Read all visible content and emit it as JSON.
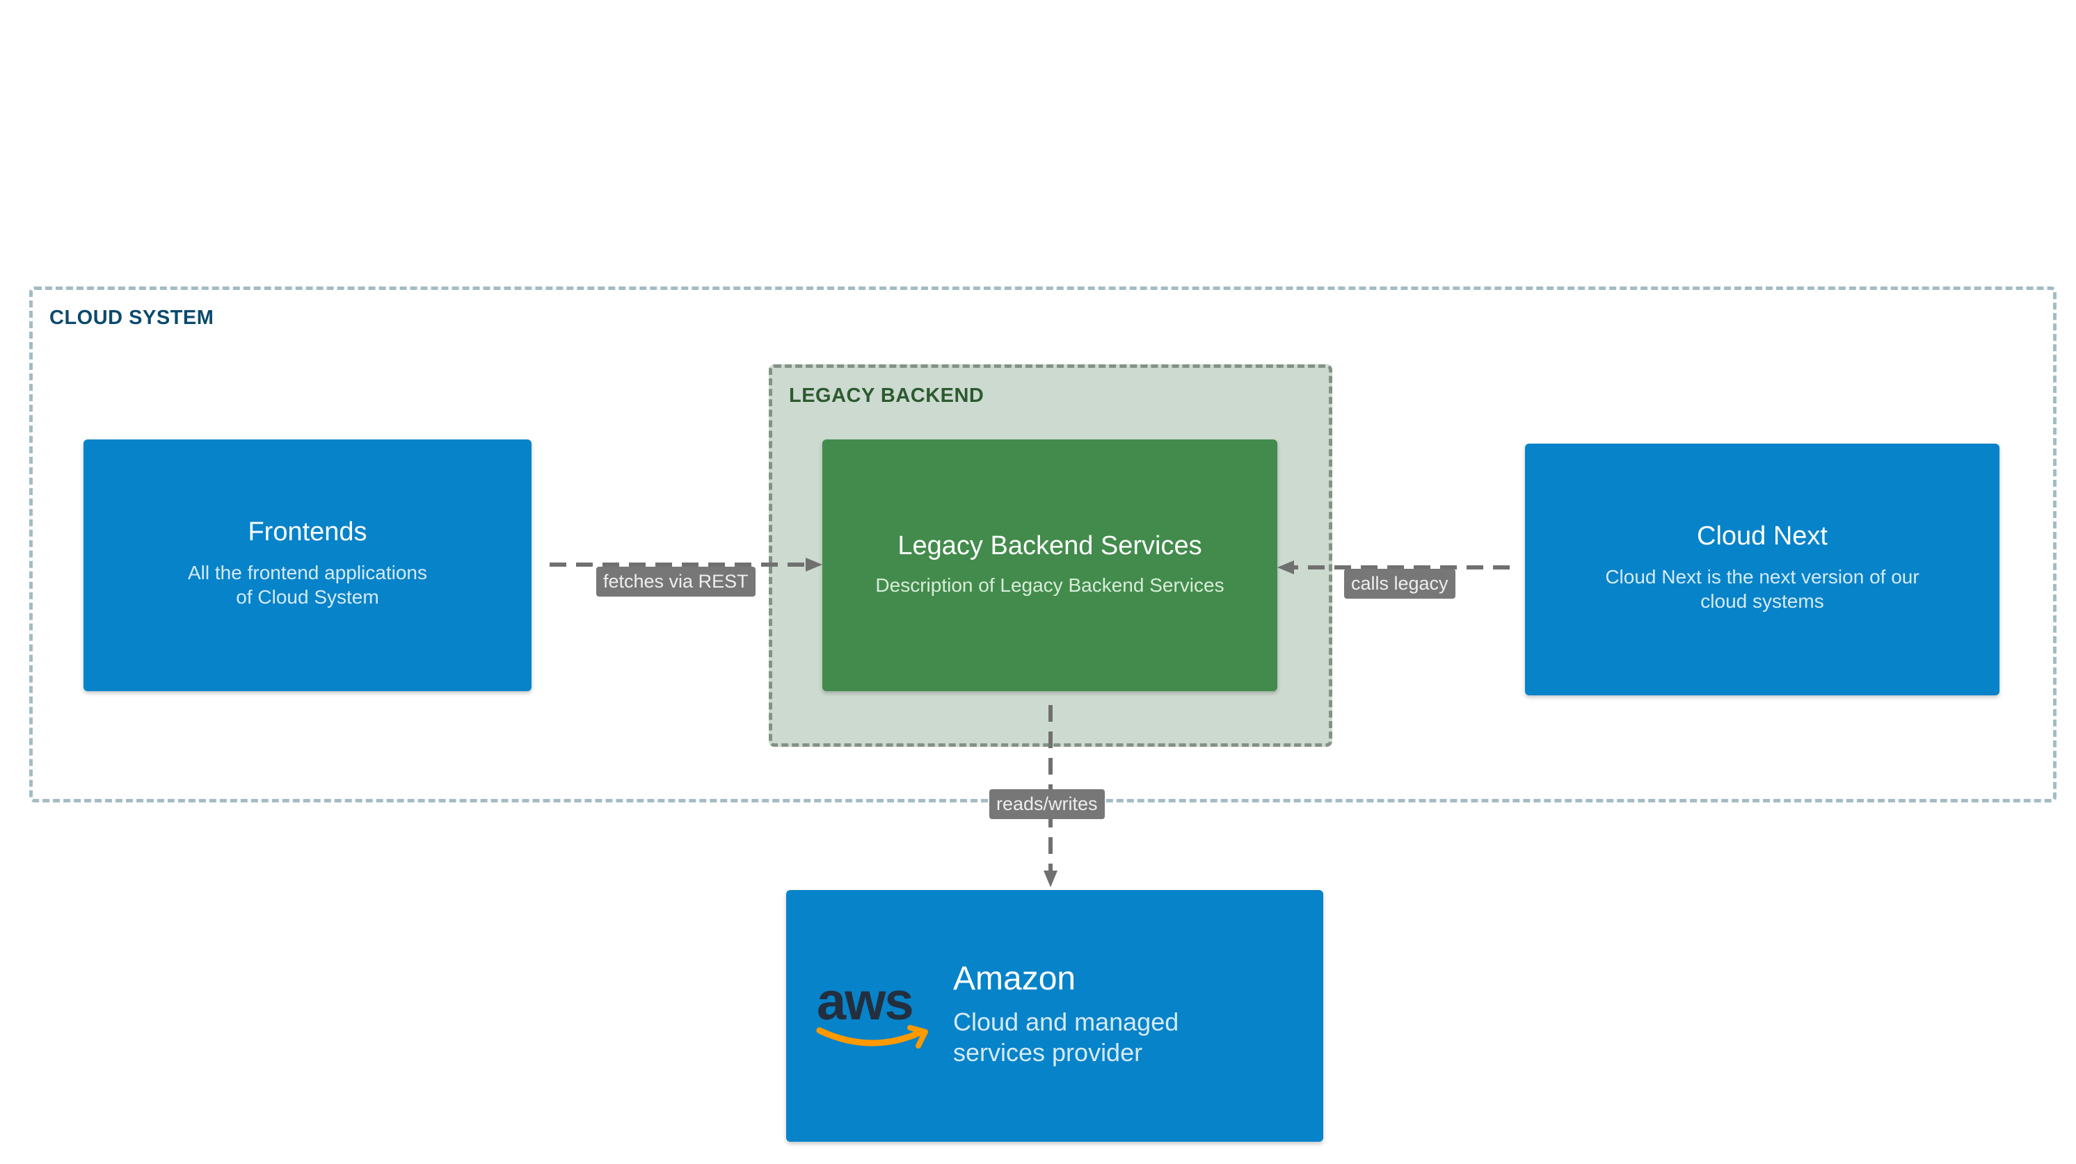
{
  "boundaries": {
    "cloud_system": {
      "label": "CLOUD SYSTEM"
    },
    "legacy_backend": {
      "label": "LEGACY BACKEND"
    }
  },
  "nodes": {
    "frontends": {
      "title": "Frontends",
      "description": "All the frontend applications\nof Cloud System",
      "color": "#0783c9"
    },
    "legacy_backend_services": {
      "title": "Legacy Backend Services",
      "description": "Description of Legacy Backend Services",
      "color": "#428b4c"
    },
    "cloud_next": {
      "title": "Cloud Next",
      "description": "Cloud Next is the next version of our\ncloud systems",
      "color": "#0783c9"
    },
    "amazon": {
      "title": "Amazon",
      "description": "Cloud and managed\nservices provider",
      "logo": "aws-logo",
      "color": "#0783c9"
    }
  },
  "edges": {
    "fetches": {
      "from": "Frontends",
      "to": "Legacy Backend Services",
      "label": "fetches via REST"
    },
    "calls": {
      "from": "Cloud Next",
      "to": "Legacy Backend Services",
      "label": "calls legacy"
    },
    "reads": {
      "from": "Legacy Backend Services",
      "to": "Amazon",
      "label": "reads/writes"
    }
  },
  "colors": {
    "edge": "#707070",
    "cloud_boundary": "#a3bcc4",
    "legacy_boundary_fill": "#cddad0"
  }
}
